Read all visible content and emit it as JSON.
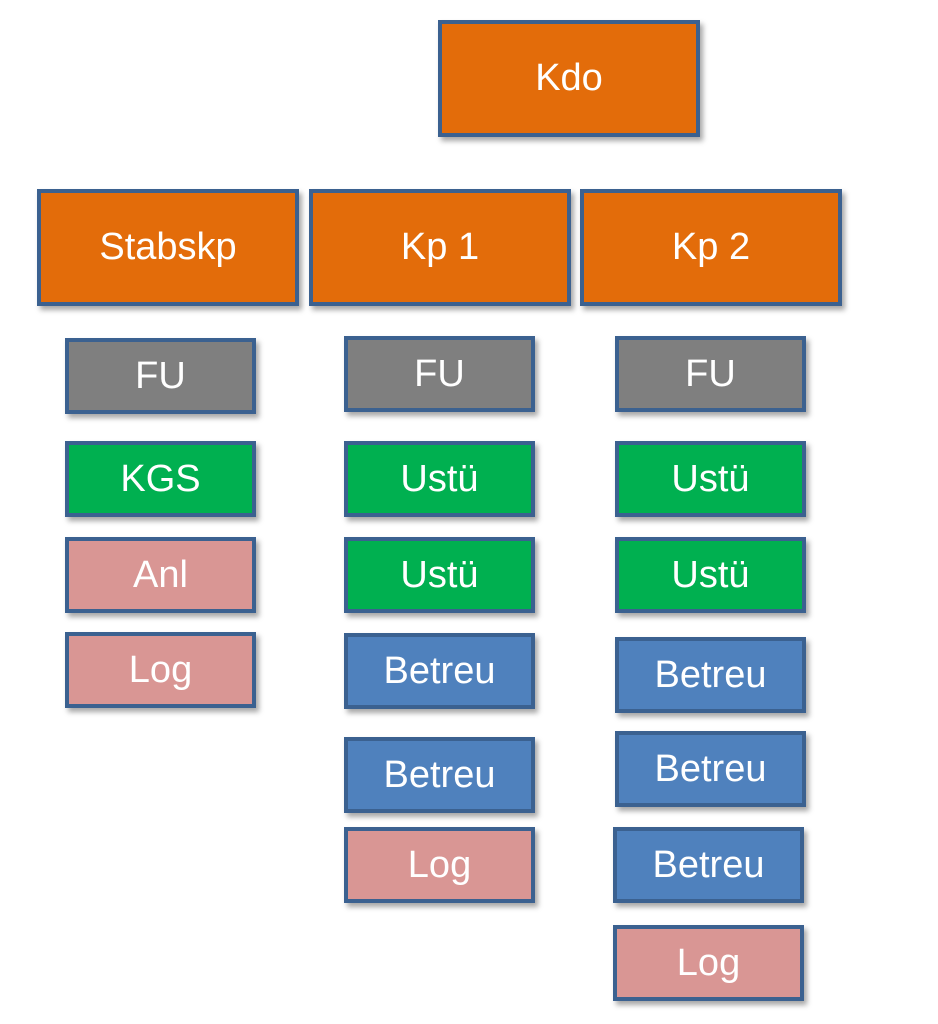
{
  "colors": {
    "orange": "#e36c0a",
    "gray": "#7f7f7f",
    "green": "#00b050",
    "pink": "#d99694",
    "blue": "#4f81bd",
    "border": "#3b6190"
  },
  "root": {
    "label": "Kdo"
  },
  "units": [
    {
      "label": "Stabskp",
      "children": [
        {
          "label": "FU"
        },
        {
          "label": "KGS"
        },
        {
          "label": "Anl"
        },
        {
          "label": "Log"
        }
      ]
    },
    {
      "label": "Kp 1",
      "children": [
        {
          "label": "FU"
        },
        {
          "label": "Ustü"
        },
        {
          "label": "Ustü"
        },
        {
          "label": "Betreu"
        },
        {
          "label": "Betreu"
        },
        {
          "label": "Log"
        }
      ]
    },
    {
      "label": "Kp 2",
      "children": [
        {
          "label": "FU"
        },
        {
          "label": "Ustü"
        },
        {
          "label": "Ustü"
        },
        {
          "label": "Betreu"
        },
        {
          "label": "Betreu"
        },
        {
          "label": "Betreu"
        },
        {
          "label": "Log"
        }
      ]
    }
  ]
}
